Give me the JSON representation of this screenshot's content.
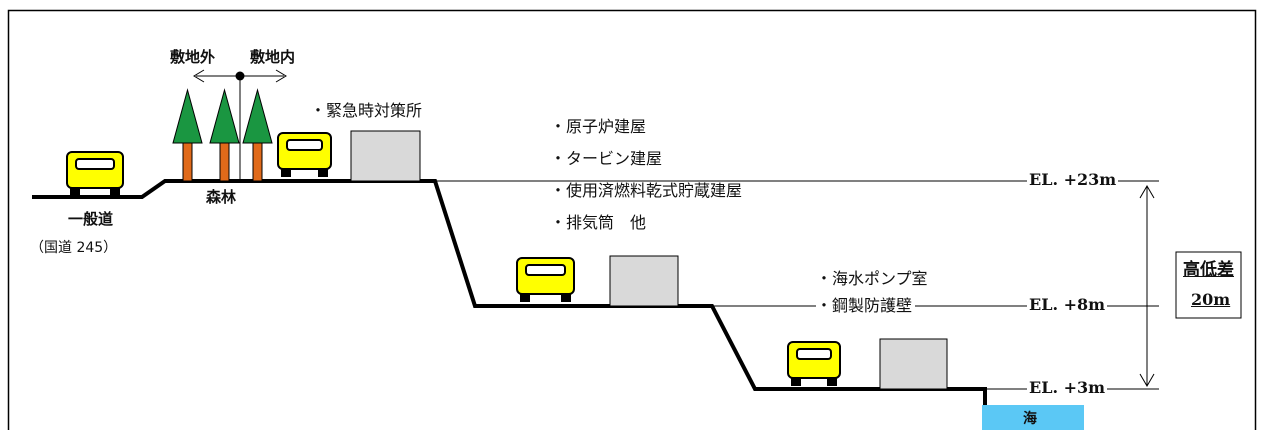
{
  "boundary": {
    "outside": "敷地外",
    "inside": "敷地内"
  },
  "forest_label": "森林",
  "road": {
    "name": "一般道",
    "route": "（国道 245）"
  },
  "emergency_facility": "・緊急時対策所",
  "top_level_buildings": [
    "・原子炉建屋",
    "・タービン建屋",
    "・使用済燃料乾式貯蔵建屋",
    "・排気筒　他"
  ],
  "mid_level_buildings": [
    "・海水ポンプ室",
    "・鋼製防護壁"
  ],
  "elevations": {
    "top": "EL. +23m",
    "mid": "EL. +8m",
    "low": "EL. +3m"
  },
  "height_difference": {
    "title": "高低差",
    "value": "20m"
  },
  "sea_label": "海",
  "colors": {
    "tree_green": "#1a9641",
    "trunk_orange": "#e06a1a",
    "car_yellow": "#ffff00",
    "building_gray": "#d9d9d9",
    "sea_blue": "#5bc8f5",
    "ground": "#000000"
  }
}
